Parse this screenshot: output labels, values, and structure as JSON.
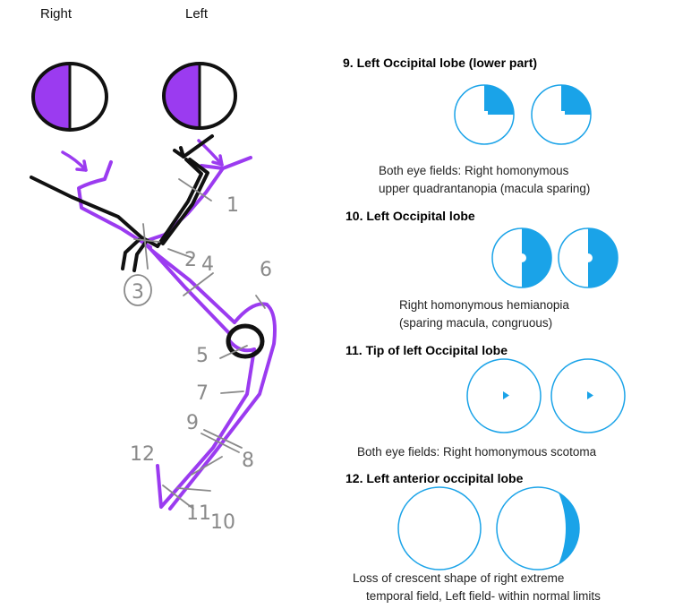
{
  "eyes": {
    "right_label": "Right",
    "left_label": "Left"
  },
  "lesion_markers": [
    "1",
    "2",
    "3",
    "4",
    "5",
    "6",
    "7",
    "8",
    "9",
    "10",
    "11",
    "12"
  ],
  "colors": {
    "purple": "#9b3bf0",
    "black": "#111111",
    "blue": "#1aa3e8",
    "gray": "#8a8a8a"
  },
  "sections": [
    {
      "heading": "9. Left Occipital lobe (lower part)",
      "desc_line1": "Both eye fields: Right homonymous",
      "desc_line2": "upper quadrantanopia (macula sparing)"
    },
    {
      "heading": "10. Left Occipital lobe",
      "desc_line1": "Right homonymous hemianopia",
      "desc_line2": "(sparing macula, congruous)"
    },
    {
      "heading": "11. Tip of left Occipital lobe",
      "desc_line1": "Both eye fields: Right homonymous scotoma",
      "desc_line2": ""
    },
    {
      "heading": "12. Left anterior occipital lobe",
      "desc_line1": "Loss of crescent shape of right  extreme",
      "desc_line2": "temporal field, Left field- within normal limits"
    }
  ]
}
